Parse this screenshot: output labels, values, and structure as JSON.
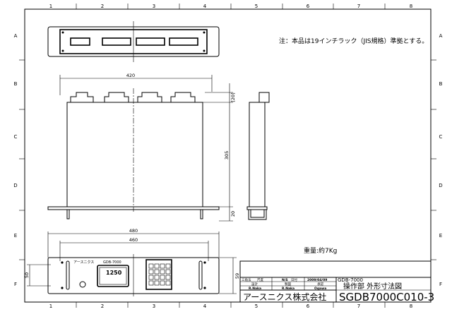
{
  "border": {
    "columns": [
      "1",
      "2",
      "3",
      "4",
      "5",
      "6",
      "7",
      "8"
    ],
    "rows": [
      "A",
      "B",
      "C",
      "D",
      "E",
      "F"
    ]
  },
  "note": "注：本品は19インチラック（JIS規格）準拠とする。",
  "weight": "重量:約7Kg",
  "dimensions": {
    "top_width": "420",
    "top_offset": "[20]",
    "height": "305",
    "leg": "20",
    "outer_width": "480",
    "mount_width": "460",
    "panel_height": "59",
    "hole_pitch": "50"
  },
  "front_panel": {
    "brand": "アースニクス",
    "model": "GDB-7000",
    "display_value": "1250"
  },
  "title_block": {
    "projection": "三角法",
    "scale_label": "尺度",
    "scale": "N/S",
    "date_label": "日付",
    "date": "2009/04/09",
    "design_label": "設計",
    "drafting_label": "製図",
    "approval_label": "承認",
    "designer": "R.Naka",
    "drafter": "R.Naka",
    "approver": "Ogawa",
    "company": "アースニクス株式会社",
    "product": "GDB-7000",
    "title": "操作部 外形寸法図",
    "drawing_number": "SGDB7000C010-3"
  }
}
